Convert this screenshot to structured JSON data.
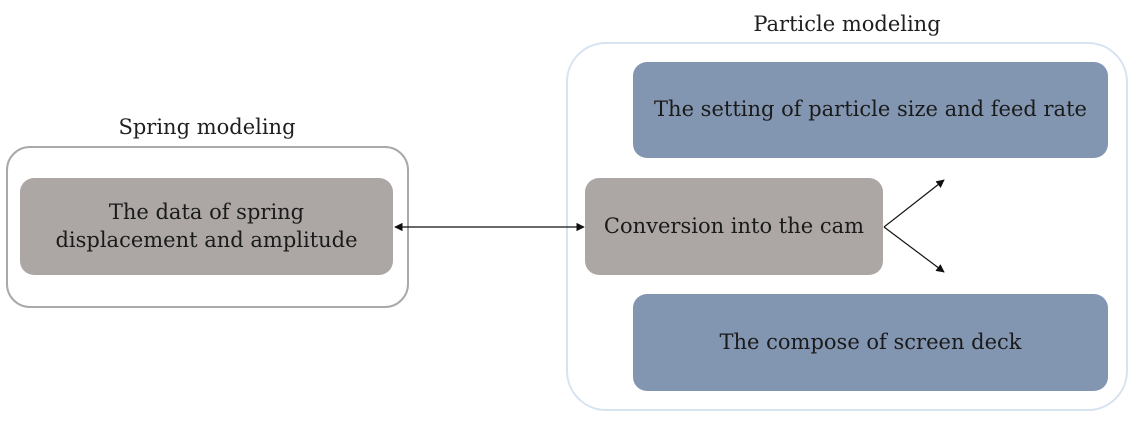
{
  "spring_group": {
    "title": "Spring modeling",
    "box_line1": "The data of spring",
    "box_line2": "displacement and amplitude"
  },
  "particle_group": {
    "title": "Particle modeling",
    "top_box": "The setting of particle size and feed rate",
    "middle_box": "Conversion into the cam",
    "bottom_box": "The compose of screen deck"
  },
  "colors": {
    "gray_box": "#aca7a4",
    "blue_box": "#8396b1",
    "spring_border": "#a9a9a9",
    "particle_border": "#d7e3f1",
    "arrow": "#111111"
  }
}
